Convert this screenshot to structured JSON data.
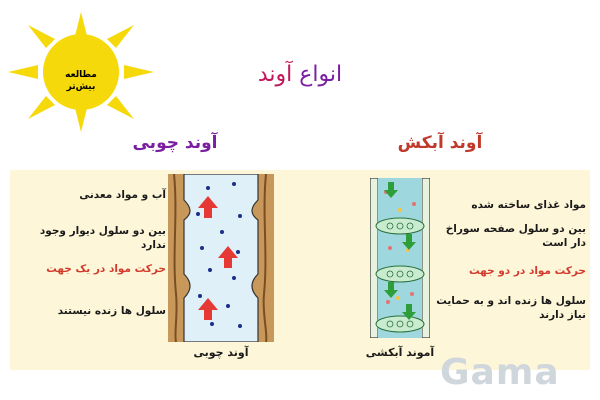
{
  "title": {
    "part1": "انواع",
    "part2": "آوند"
  },
  "badge": {
    "line1": "مطالعه",
    "line2": "بیش‌تر"
  },
  "xylem": {
    "heading": "آوند چوبی",
    "caption": "آوند چوبی",
    "labels": [
      "آب و مواد معدنی",
      "بین دو سلول دیوار وجود ندارد",
      "حرکت مواد در یک جهت",
      "سلول ها زنده نیستند"
    ]
  },
  "phloem": {
    "heading": "آوند آبکش",
    "caption": "آموند آبکشی",
    "labels": [
      "مواد غذای ساخته شده",
      "بین دو سلول صفحه سوراخ دار است",
      "حرکت مواد در دو جهت",
      "سلول ها زنده اند و به حمایت نیاز دارند"
    ]
  },
  "watermark": "Gama",
  "colors": {
    "red_text": "#d23a2e",
    "xylem_heading": "#7a1fa2",
    "phloem_heading": "#c0392b",
    "arrow_red": "#e53935",
    "arrow_green": "#2e9e3a"
  }
}
